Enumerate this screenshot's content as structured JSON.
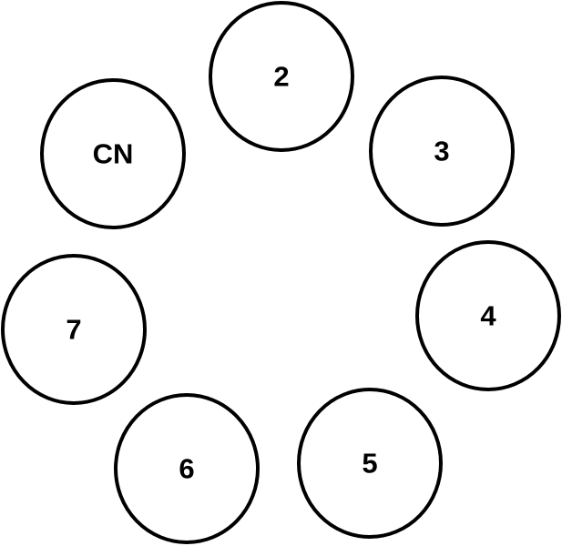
{
  "nodes": [
    {
      "label": "2"
    },
    {
      "label": "3"
    },
    {
      "label": "4"
    },
    {
      "label": "5"
    },
    {
      "label": "6"
    },
    {
      "label": "7"
    },
    {
      "label": "CN"
    }
  ]
}
